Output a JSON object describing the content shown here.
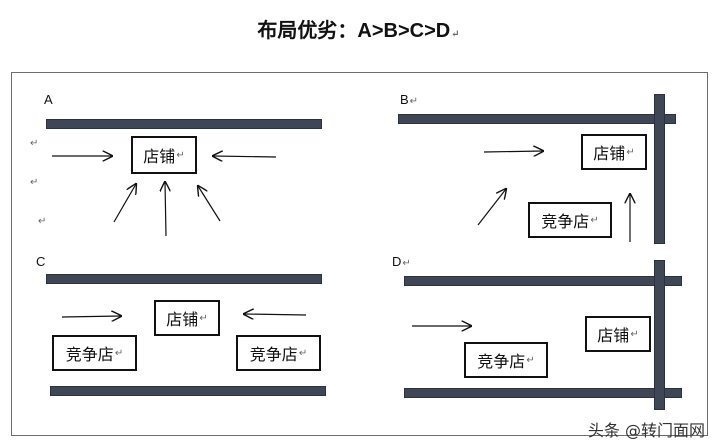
{
  "title": {
    "prefix": "布局优劣：",
    "order": "A>B>C>D",
    "mark": "↵"
  },
  "panels": {
    "A": {
      "label": "A",
      "shop": "店铺"
    },
    "B": {
      "label": "B",
      "shop": "店铺",
      "competitor": "竞争店"
    },
    "C": {
      "label": "C",
      "shop": "店铺",
      "competitor_left": "竞争店",
      "competitor_right": "竞争店"
    },
    "D": {
      "label": "D",
      "shop": "店铺",
      "competitor": "竞争店"
    }
  },
  "return_mark": "↵",
  "watermark": "头条 @转门面网",
  "colors": {
    "road": "#3f4756",
    "border": "#111111",
    "frame": "#6d6d6d"
  }
}
